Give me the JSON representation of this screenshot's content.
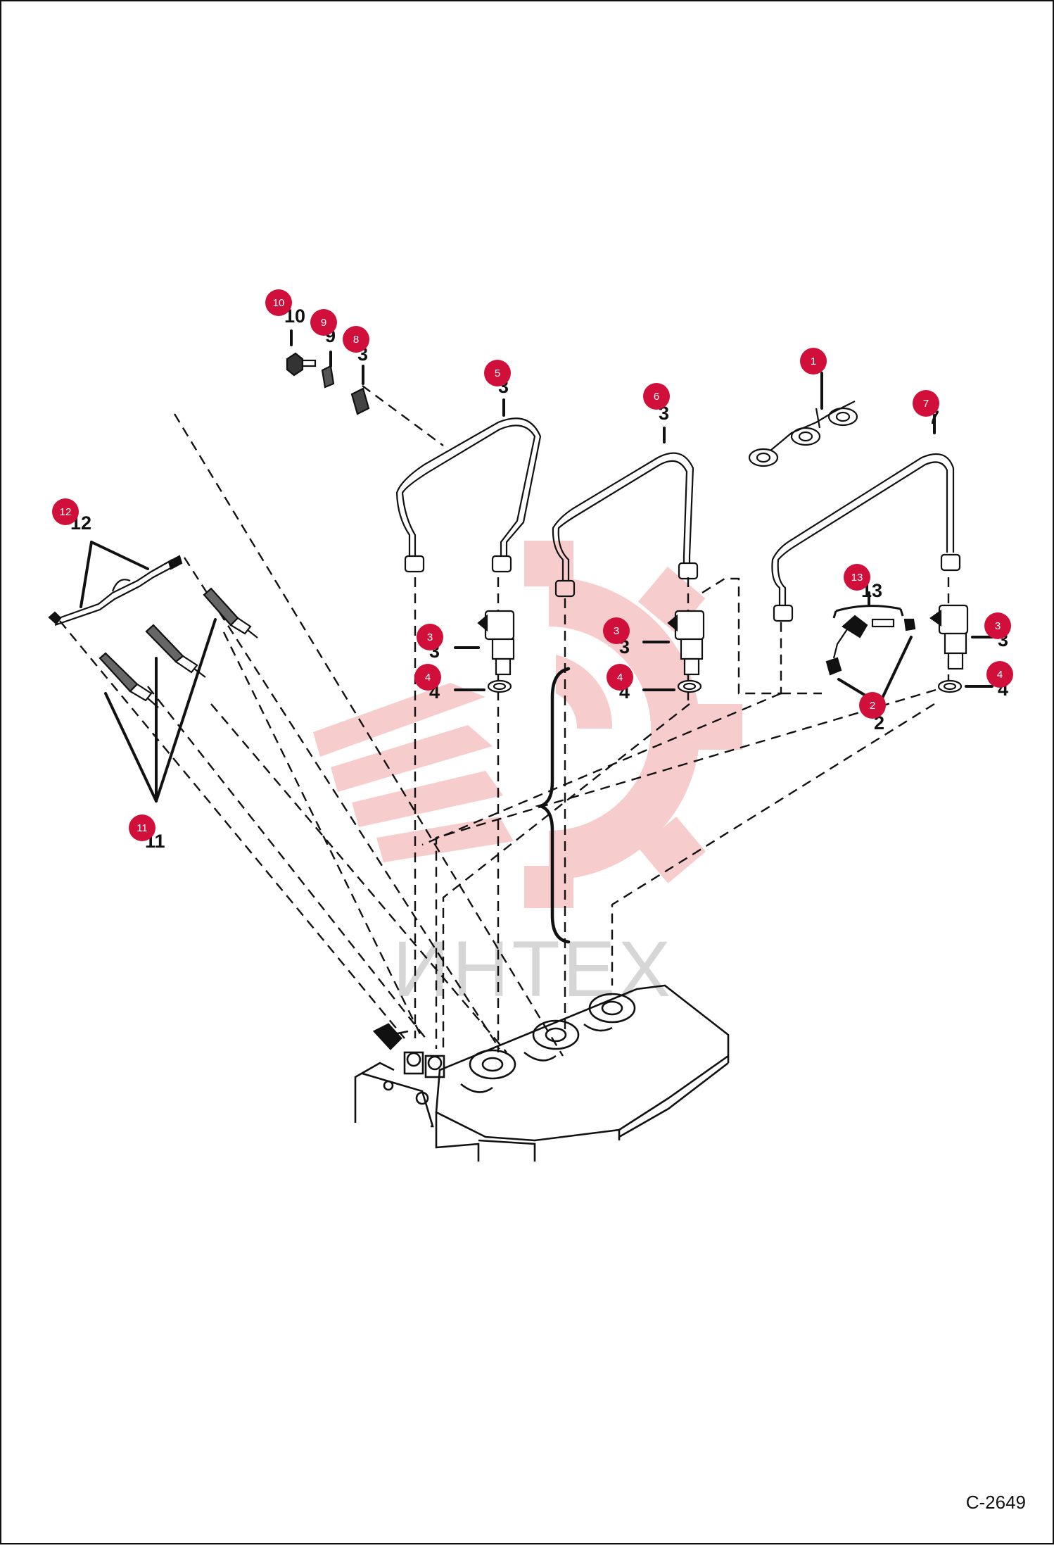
{
  "drawing_code": "C-2649",
  "watermark_text": "ИНТЕХ",
  "colors": {
    "callout": "#d0103a",
    "watermark_red": "#f7cccc",
    "watermark_grey": "#d6d6d6",
    "ink": "#111111"
  },
  "callouts": [
    {
      "number": "1",
      "printed": ""
    },
    {
      "number": "2",
      "printed": "2"
    },
    {
      "number": "3",
      "printed": "3"
    },
    {
      "number": "4",
      "printed": "4"
    },
    {
      "number": "5",
      "printed": "3"
    },
    {
      "number": "6",
      "printed": "3"
    },
    {
      "number": "7",
      "printed": "7"
    },
    {
      "number": "8",
      "printed": "3"
    },
    {
      "number": "9",
      "printed": "9"
    },
    {
      "number": "10",
      "printed": "10"
    },
    {
      "number": "11",
      "printed": "11"
    },
    {
      "number": "12",
      "printed": "12"
    },
    {
      "number": "13",
      "printed": "13"
    }
  ]
}
